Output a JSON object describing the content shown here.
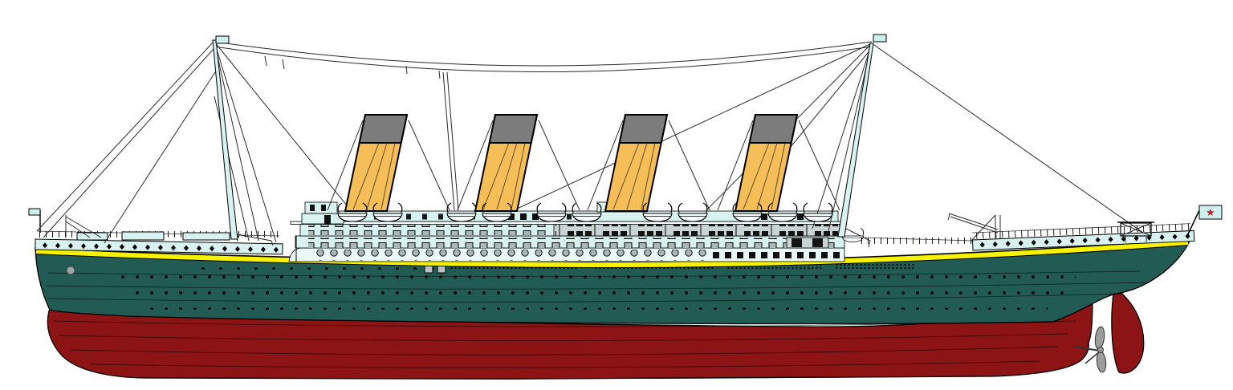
{
  "illustration": {
    "subject": "Side-profile flat illustration of a four-funnel ocean liner (Titanic-style)",
    "bow_direction": "left",
    "funnel_count": 4,
    "mast_count": 2,
    "lifeboat_count": 12,
    "porthole_rows_on_hull": 4,
    "flags": [
      {
        "position": "bow jack staff",
        "design": "plain light flag"
      },
      {
        "position": "foremast head",
        "design": "plain light flag"
      },
      {
        "position": "mainmast head",
        "design": "plain light flag"
      },
      {
        "position": "stern ensign staff",
        "design": "light flag with red star"
      }
    ],
    "stern_flag_star": "★",
    "features": [
      "black-topped buff funnels raked aft",
      "yellow sheer stripe along hull",
      "counter stern with rudder and propeller",
      "docking bridge on poop deck",
      "cargo cranes fore and aft",
      "wireless antenna wires between masts",
      "rows of lifeboats on boat deck"
    ]
  },
  "colors": {
    "background": "#FFFFFF",
    "hull_upper": "#215B54",
    "hull_bottom": "#8C1414",
    "stripe": "#F7F200",
    "superstructure": "#D8F2F1",
    "porthole_band": "#EAF8F8",
    "window_gray": "#A9B8B8",
    "arcade_band": "#C7D4D3",
    "funnel_buff": "#F5BE58",
    "funnel_cap": "#7C7C7C",
    "outline": "#000000",
    "propeller_gray": "#9C9C9C",
    "flag_light": "#CFEFEE",
    "flag_star_red": "#C41E1E",
    "boat_white": "#F6FBFB",
    "fascia_white": "#F4FCFC"
  }
}
